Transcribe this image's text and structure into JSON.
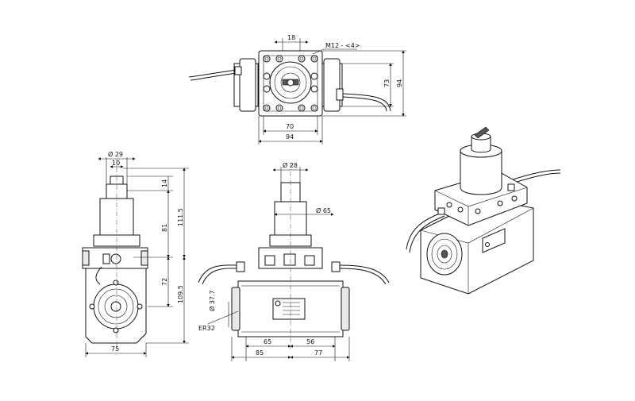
{
  "top_view": {
    "dim_width_top": "18",
    "callout": "M12 - <4>",
    "dim_height_inner": "73",
    "dim_height_outer": "94",
    "dim_width_inner": "70",
    "dim_width_outer": "94"
  },
  "side_view": {
    "dia_top": "Ø 29",
    "dim_small": "10",
    "dim_14": "14",
    "dim_81": "81",
    "dim_111": "111.5",
    "dim_72": "72",
    "dim_109": "109.5",
    "dim_width": "75"
  },
  "front_view": {
    "dia_top": "Ø 28",
    "dia_65": "Ø 65",
    "dia_37": "Ø 37.7",
    "er_label": "ER32",
    "dim_65": "65",
    "dim_56": "56",
    "dim_85": "85",
    "dim_77": "77"
  }
}
